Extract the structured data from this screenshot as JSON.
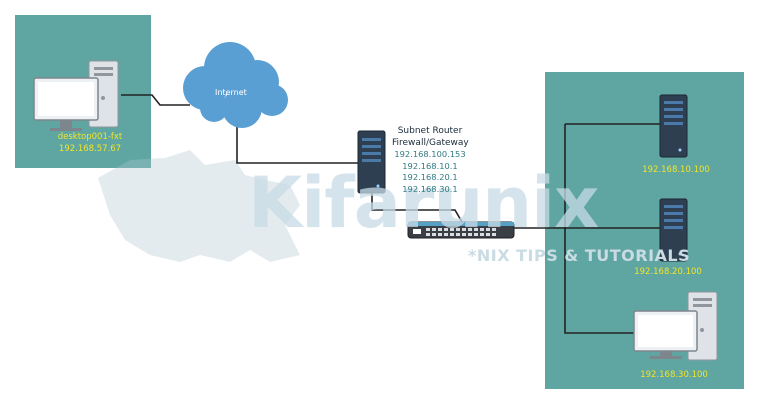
{
  "diagram": {
    "internet_label": "Internet",
    "desktop": {
      "hostname": "desktop001-fxt",
      "ip": "192.168.57.67"
    },
    "router": {
      "title_line1": "Subnet Router",
      "title_line2": "Firewall/Gateway",
      "ips": [
        "192.168.100.153",
        "192.168.10.1",
        "192.168.20.1",
        "192.168.30.1"
      ]
    },
    "servers": [
      {
        "ip": "192.168.10.100"
      },
      {
        "ip": "192.168.20.100"
      }
    ],
    "workstation": {
      "ip": "192.168.30.100"
    },
    "watermark": {
      "brand": "Kifarunix",
      "tagline": "*NIX TIPS & TUTORIALS"
    },
    "colors": {
      "panel": "#5fa6a2",
      "ip_label": "#f2e427",
      "cloud": "#5a9fd4",
      "line": "#222222"
    }
  }
}
